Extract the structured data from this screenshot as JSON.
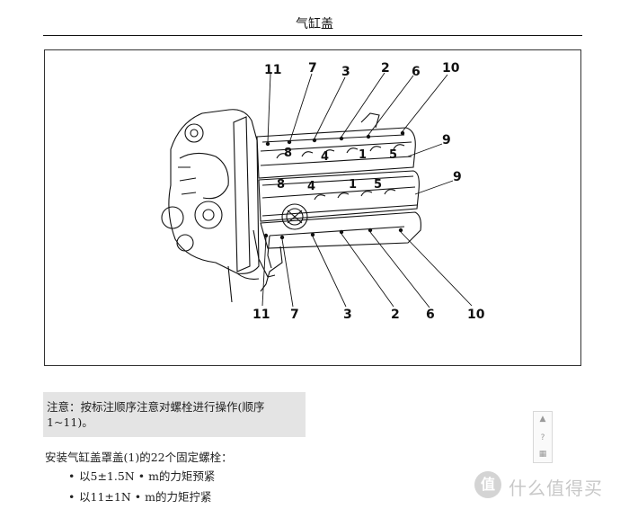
{
  "header": {
    "title": "气缸盖"
  },
  "figure": {
    "callouts_top": [
      "11",
      "7",
      "3",
      "2",
      "6",
      "10"
    ],
    "callouts_bottom": [
      "11",
      "7",
      "3",
      "2",
      "6",
      "10"
    ],
    "callouts_side": [
      "9",
      "9"
    ],
    "inner_labels_upper": [
      "8",
      "4",
      "1",
      "5"
    ],
    "inner_labels_lower": [
      "8",
      "4",
      "1",
      "5"
    ]
  },
  "note": {
    "line1": "注意：按标注顺序注意对螺栓进行操作(顺序",
    "line2": "1~11)。"
  },
  "instructions": {
    "intro": "安装气缸盖罩盖(1)的22个固定螺栓：",
    "bullets": [
      "以5±1.5N • m的力矩预紧",
      "以11±1N • m的力矩拧紧"
    ]
  },
  "side_tools": {
    "up_icon": "up-arrow-icon",
    "help_icon": "help-icon",
    "qr_icon": "qr-code-icon"
  },
  "watermark": {
    "text": "什么值得买",
    "logo_glyph": "值"
  }
}
